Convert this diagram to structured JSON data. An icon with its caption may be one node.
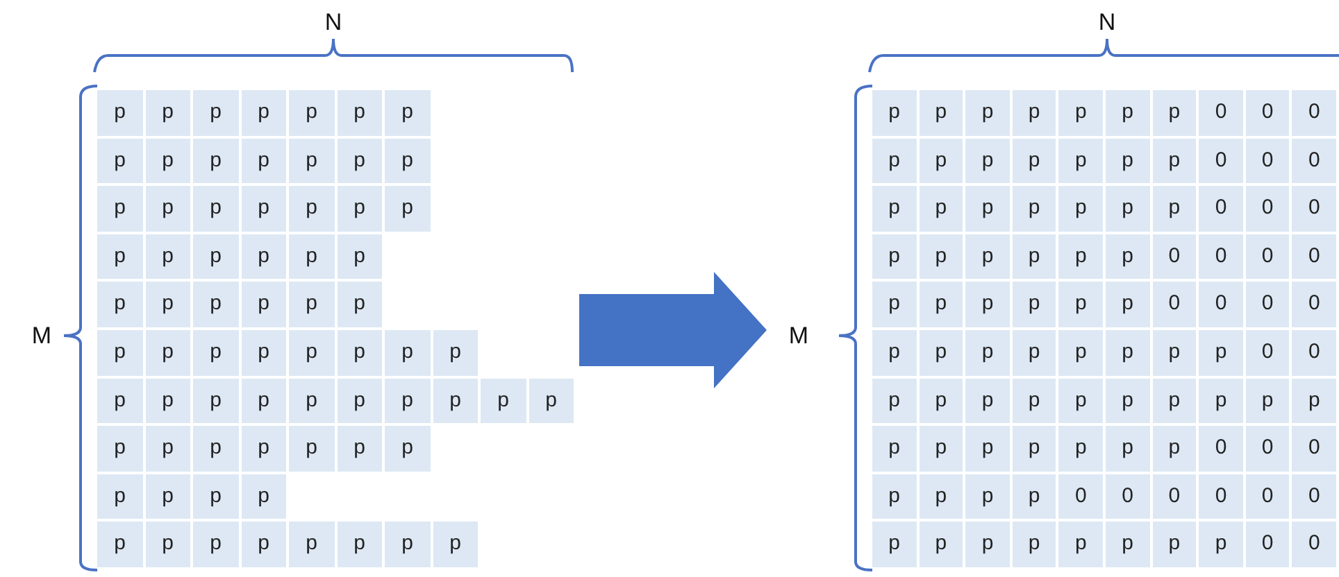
{
  "diagram": {
    "nodes": [
      {
        "text": [],
        "shape": "box"
      },
      {
        "text": [],
        "shape": "box"
      }
    ],
    "edges": [
      {
        "from": 0,
        "to": 1,
        "arrow": "to",
        "style": "thick"
      }
    ],
    "labels": [
      "N",
      "M",
      "p",
      "p",
      "p",
      "p",
      "p",
      "p",
      "p",
      "p",
      "p",
      "p",
      "p",
      "p",
      "p",
      "p",
      "p",
      "p",
      "p",
      "p",
      "p",
      "p",
      "p",
      "p",
      "p",
      "p",
      "p",
      "p",
      "p",
      "p",
      "p",
      "p",
      "p",
      "p",
      "p",
      "p",
      "p",
      "p",
      "p",
      "p",
      "p",
      "p",
      "p",
      "p",
      "p",
      "p",
      "p",
      "p",
      "p",
      "p",
      "p",
      "p",
      "p",
      "p",
      "p",
      "p",
      "p",
      "p",
      "p",
      "p",
      "p",
      "p",
      "p",
      "p",
      "p",
      "p",
      "p",
      "p",
      "p",
      "p",
      "p",
      "p",
      "N",
      "M",
      "p",
      "p",
      "p",
      "p",
      "p",
      "p",
      "p",
      "0",
      "0",
      "0",
      "p",
      "p",
      "p",
      "p",
      "p",
      "p",
      "p",
      "0",
      "0",
      "0",
      "p",
      "p",
      "p",
      "p",
      "p",
      "p",
      "p",
      "0",
      "0",
      "0",
      "p",
      "p",
      "p",
      "p",
      "p",
      "p",
      "0",
      "0",
      "0",
      "0",
      "p",
      "p",
      "p",
      "p",
      "p",
      "p",
      "0",
      "0",
      "0",
      "0",
      "p",
      "p",
      "p",
      "p",
      "p",
      "p",
      "p",
      "p",
      "0",
      "0",
      "p",
      "p",
      "p",
      "p",
      "p",
      "p",
      "p",
      "p",
      "p",
      "p",
      "p",
      "p",
      "p",
      "p",
      "p",
      "p",
      "p",
      "0",
      "0",
      "0",
      "p",
      "p",
      "p",
      "p",
      "0",
      "0",
      "0",
      "0",
      "0",
      "0",
      "p",
      "p",
      "p",
      "p",
      "p",
      "p",
      "p",
      "p",
      "0",
      "0"
    ]
  }
}
